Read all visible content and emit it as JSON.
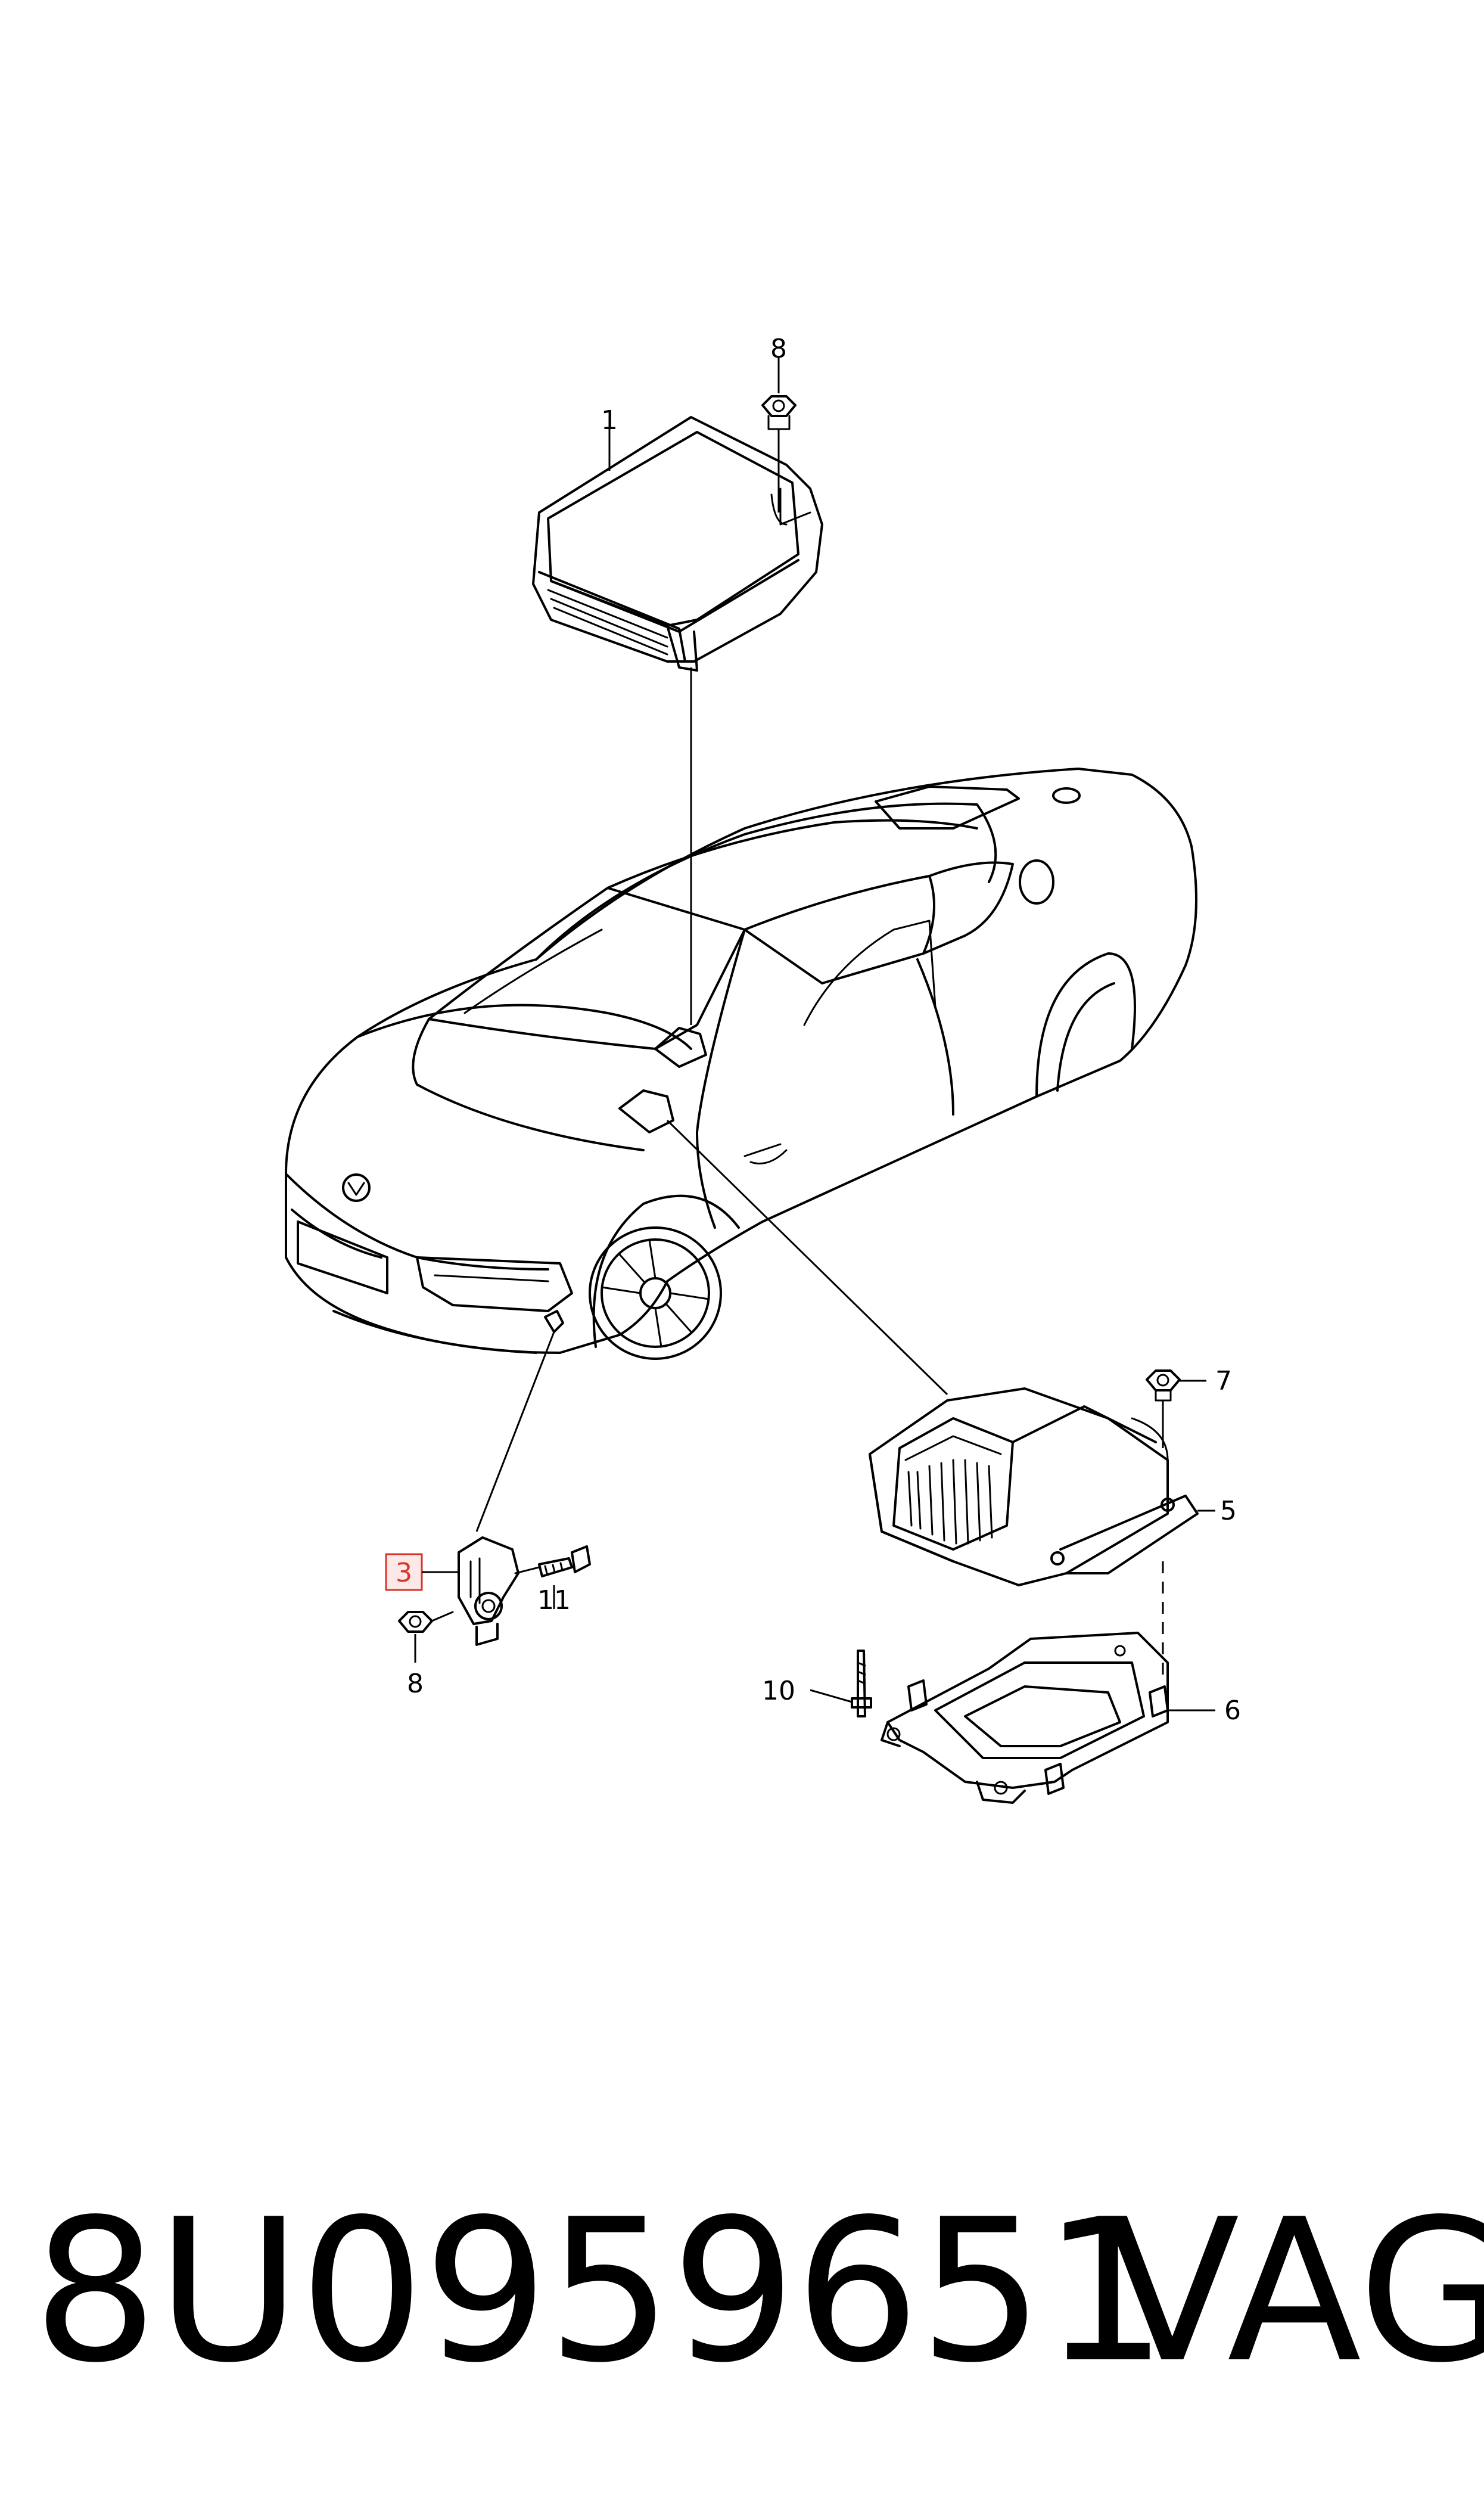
{
  "callouts": {
    "part_1": "1",
    "part_3": "3",
    "part_5": "5",
    "part_6": "6",
    "part_7": "7",
    "part_8_top": "8",
    "part_8_bottom": "8",
    "part_10": "10",
    "part_11": "11"
  },
  "highlighted_callout": "3",
  "highlight_color": "#d9342b",
  "footer": {
    "part_number": "8U0959651",
    "brand": "VAG"
  }
}
